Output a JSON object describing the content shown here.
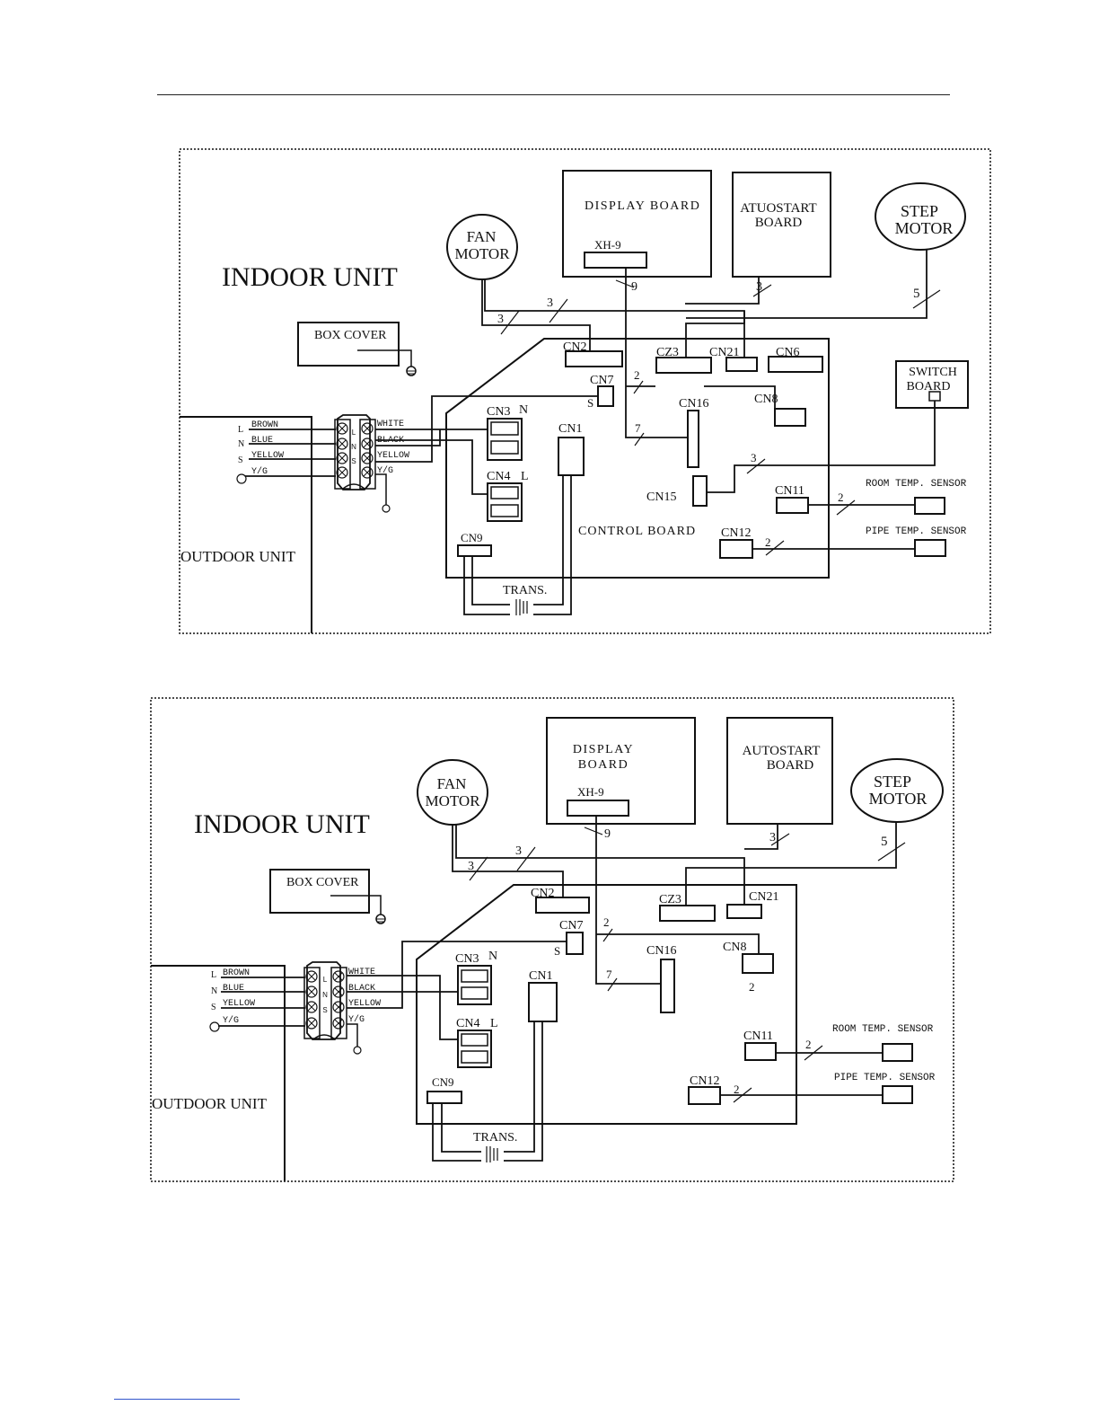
{
  "diagram_top": {
    "indoor_unit": "INDOOR UNIT",
    "outdoor_unit": "OUTDOOR UNIT",
    "box_cover": "BOX COVER",
    "display_board": "DISPLAY BOARD",
    "autostart_line1": "ATUOSTART",
    "autostart_line2": "BOARD",
    "step_line1": "STEP",
    "step_line2": "MOTOR",
    "fan_line1": "FAN",
    "fan_line2": "MOTOR",
    "switch_line1": "SWITCH",
    "switch_line2": "BOARD",
    "control_board": "CONTROL BOARD",
    "trans": "TRANS.",
    "room_sensor": "ROOM TEMP. SENSOR",
    "pipe_sensor": "PIPE TEMP. SENSOR",
    "connectors": {
      "xh9": "XH-9",
      "cn2": "CN2",
      "cz3": "CZ3",
      "cn21": "CN21",
      "cn6": "CN6",
      "cn7": "CN7",
      "s": "S",
      "cn3": "CN3",
      "n": "N",
      "cn4": "CN4",
      "l": "L",
      "cn1": "CN1",
      "cn16": "CN16",
      "cn8": "CN8",
      "cn15": "CN15",
      "cn11": "CN11",
      "cn12": "CN12",
      "cn9": "CN9"
    },
    "wire_counts": {
      "c9": "9",
      "c3a": "3",
      "c3b": "3",
      "c3c": "3",
      "c5": "5",
      "c2a": "2",
      "c7": "7",
      "c3d": "3",
      "c2b": "2",
      "c2c": "2"
    },
    "terminal": {
      "left_letters": [
        "L",
        "N",
        "S"
      ],
      "left_wires": [
        "BROWN",
        "BLUE",
        "YELLOW",
        "Y/G"
      ],
      "right_wires": [
        "WHITE",
        "BLACK",
        "YELLOW",
        "Y/G"
      ],
      "center_letters": [
        "L",
        "N",
        "S"
      ]
    }
  },
  "diagram_bottom": {
    "indoor_unit": "INDOOR UNIT",
    "outdoor_unit": "OUTDOOR UNIT",
    "box_cover": "BOX COVER",
    "display_line1": "DISPLAY",
    "display_line2": "BOARD",
    "autostart_line1": "AUTOSTART",
    "autostart_line2": "BOARD",
    "step_line1": "STEP",
    "step_line2": "MOTOR",
    "fan_line1": "FAN",
    "fan_line2": "MOTOR",
    "trans": "TRANS.",
    "room_sensor": "ROOM TEMP. SENSOR",
    "pipe_sensor": "PIPE TEMP. SENSOR",
    "connectors": {
      "xh9": "XH-9",
      "cn2": "CN2",
      "cz3": "CZ3",
      "cn21": "CN21",
      "cn7": "CN7",
      "s": "S",
      "cn3": "CN3",
      "n": "N",
      "cn4": "CN4",
      "l": "L",
      "cn1": "CN1",
      "cn16": "CN16",
      "cn8": "CN8",
      "cn8_count": "2",
      "cn11": "CN11",
      "cn12": "CN12",
      "cn9": "CN9"
    },
    "wire_counts": {
      "c9": "9",
      "c3a": "3",
      "c3b": "3",
      "c3c": "3",
      "c5": "5",
      "c2a": "2",
      "c7": "7",
      "c2b": "2",
      "c2c": "2"
    },
    "terminal": {
      "left_letters": [
        "L",
        "N",
        "S"
      ],
      "left_wires": [
        "BROWN",
        "BLUE",
        "YELLOW",
        "Y/G"
      ],
      "right_wires": [
        "WHITE",
        "BLACK",
        "YELLOW",
        "Y/G"
      ],
      "center_letters": [
        "L",
        "N",
        "S"
      ]
    }
  }
}
